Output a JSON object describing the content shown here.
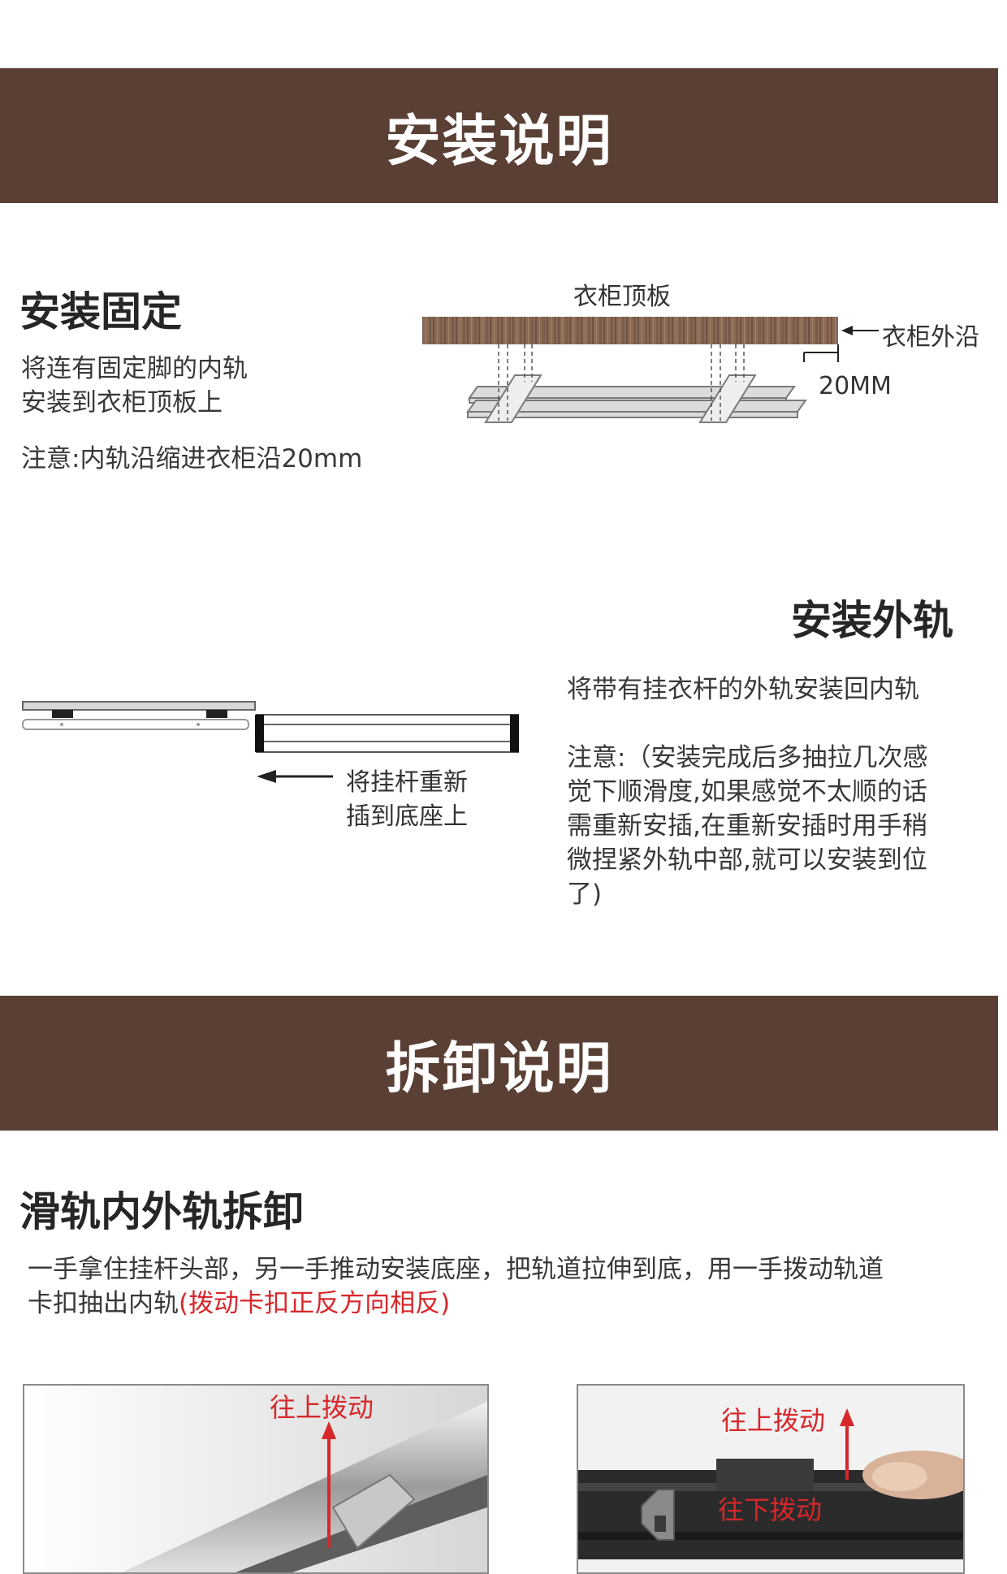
{
  "install": {
    "banner": "安装说明",
    "fix": {
      "title": "安装固定",
      "desc1": "将连有固定脚的内轨",
      "desc2": "安装到衣柜顶板上",
      "note": "注意:内轨沿缩进衣柜沿20mm",
      "label_top": "衣柜顶板",
      "label_edge": "衣柜外沿",
      "label_mm": "20MM"
    },
    "outer": {
      "title": "安装外轨",
      "desc": "将带有挂衣杆的外轨安装回内轨",
      "note_lines": [
        "注意:（安装完成后多抽拉几次感",
        "觉下顺滑度,如果感觉不太顺的话",
        "需重新安插,在重新安插时用手稍",
        "微捏紧外轨中部,就可以安装到位",
        "了)"
      ],
      "arrow_label1": "将挂杆重新",
      "arrow_label2": "插到底座上"
    }
  },
  "remove": {
    "banner": "拆卸说明",
    "title": "滑轨内外轨拆卸",
    "desc1": "一手拿住挂杆头部，另一手推动安装底座，把轨道拉伸到底，用一手拨动轨道",
    "desc2_prefix": "卡扣抽出内轨",
    "desc2_red": "(拨动卡扣正反方向相反)",
    "photo1_label": "往上拨动",
    "photo2_label_up": "往上拨动",
    "photo2_label_down": "往下拨动"
  },
  "colors": {
    "banner": "#5a3f34",
    "accent_red": "#d8272b",
    "wood": "#8a6a55"
  }
}
